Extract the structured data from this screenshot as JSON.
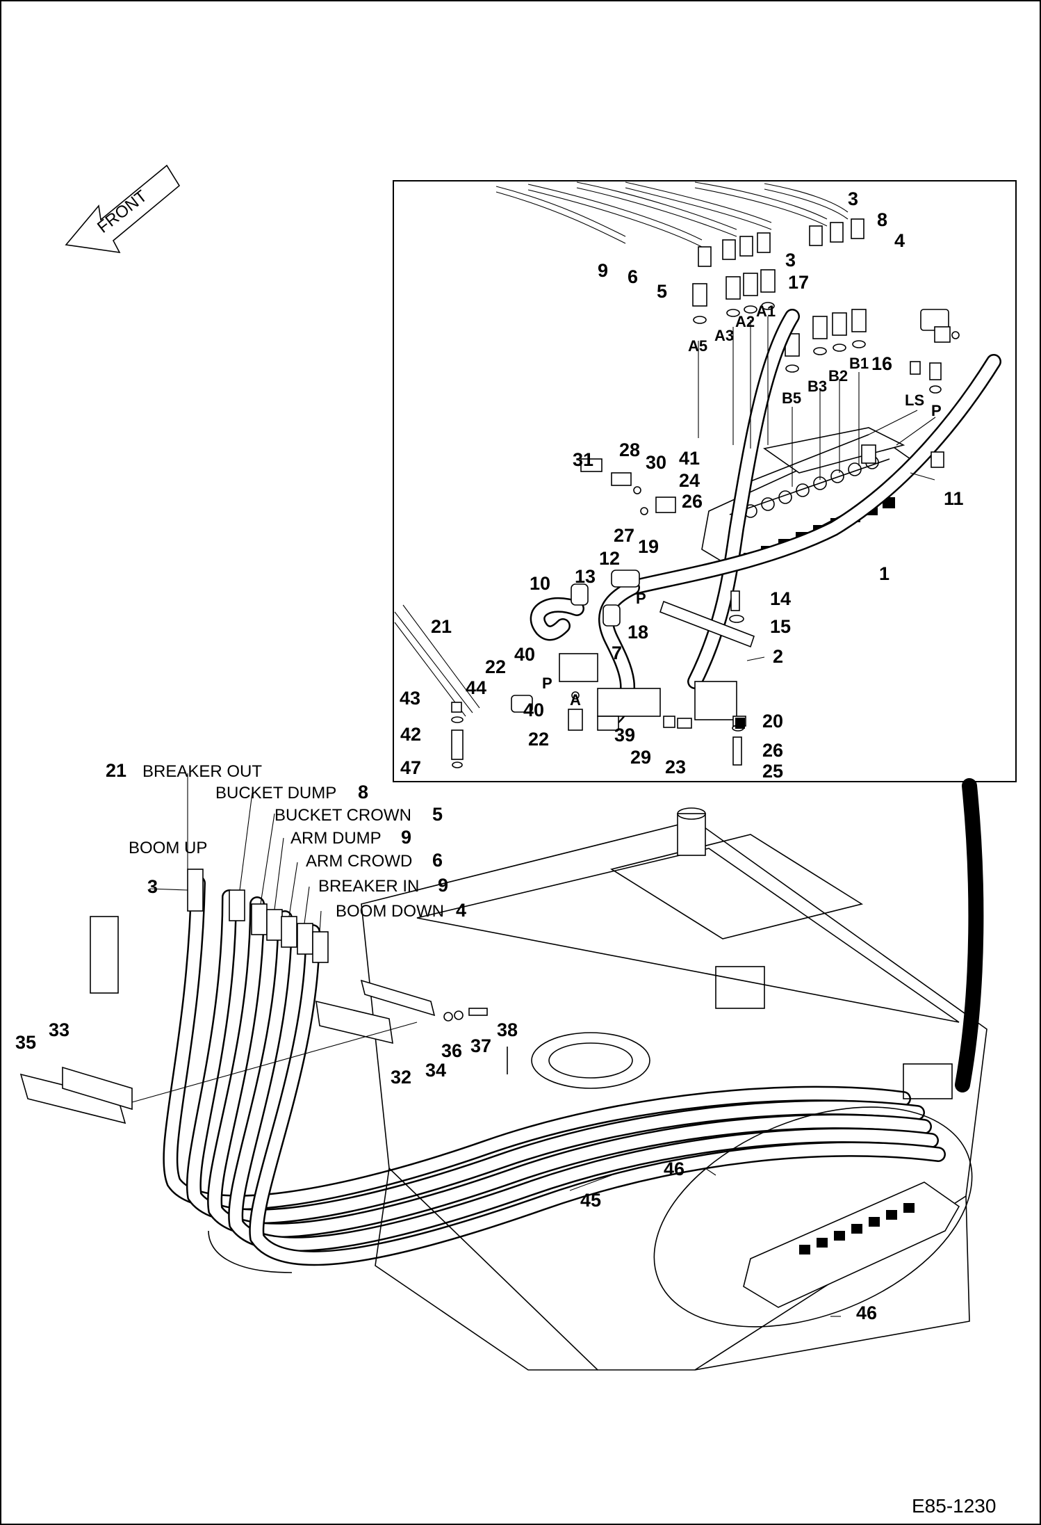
{
  "document": {
    "id": "E85-1230",
    "direction_label": "FRONT"
  },
  "hose_functions": [
    {
      "number": "21",
      "label": "BREAKER OUT"
    },
    {
      "number": "8",
      "label": "BUCKET DUMP"
    },
    {
      "number": "5",
      "label": "BUCKET CROWN"
    },
    {
      "number": "9",
      "label": "ARM DUMP"
    },
    {
      "number": "3",
      "label": "BOOM UP"
    },
    {
      "number": "6",
      "label": "ARM CROWD"
    },
    {
      "number": "9",
      "label": "BREAKER IN"
    },
    {
      "number": "4",
      "label": "BOOM DOWN"
    }
  ],
  "detail_callouts": [
    "3",
    "8",
    "4",
    "9",
    "6",
    "5",
    "3",
    "17",
    "16",
    "41",
    "24",
    "26",
    "28",
    "30",
    "31",
    "27",
    "19",
    "12",
    "13",
    "10",
    "18",
    "14",
    "15",
    "2",
    "7",
    "40",
    "22",
    "44",
    "43",
    "42",
    "47",
    "21",
    "1",
    "11",
    "20",
    "26",
    "25",
    "23",
    "29",
    "39",
    "40",
    "22"
  ],
  "ports": [
    "A5",
    "A3",
    "A2",
    "A1",
    "B5",
    "B3",
    "B2",
    "B1",
    "LS",
    "P",
    "P",
    "P",
    "A"
  ],
  "main_callouts": [
    "3",
    "33",
    "35",
    "32",
    "34",
    "36",
    "37",
    "38",
    "46",
    "45",
    "46"
  ]
}
